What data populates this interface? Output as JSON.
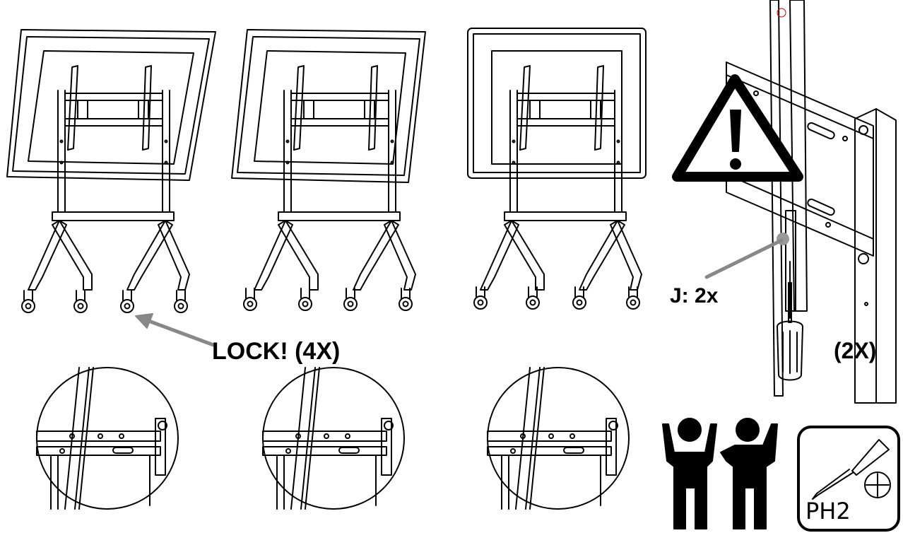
{
  "labels": {
    "lock": "LOCK! (4X)",
    "screws": "J: 2x",
    "count": "(2X)",
    "tool": "PH2"
  },
  "icons": [
    "warning-triangle-icon",
    "two-person-icon",
    "phillips-screwdriver-icon"
  ],
  "colors": {
    "line": "#000000",
    "arrow": "#888888",
    "marker": "#999999"
  }
}
